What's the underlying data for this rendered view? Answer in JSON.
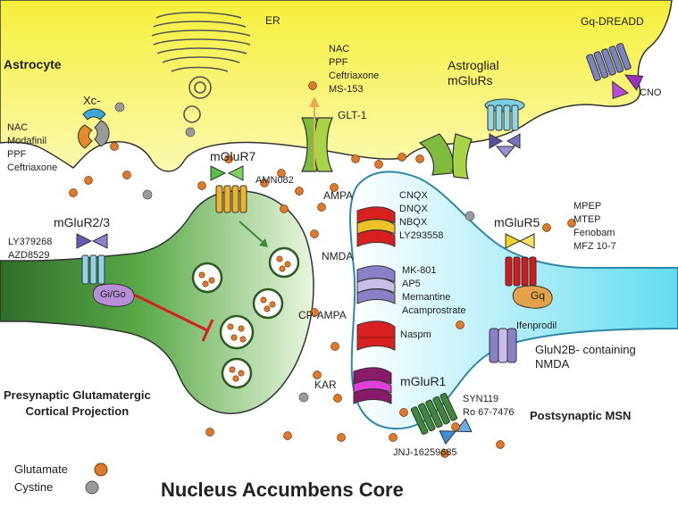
{
  "title": "Nucleus Accumbens Core",
  "colors": {
    "astrocyte": "#f7f25a",
    "presynaptic": "#4f9a3f",
    "postsynaptic": "#7fe3f2",
    "glutamate": "#e07a2a",
    "cystine": "#9a9a9a",
    "inhibition": "#d42020"
  },
  "labels": {
    "astrocyte": "Astrocyte",
    "er": "ER",
    "gq_dreadd": "Gq-DREADD",
    "cno": "CNO",
    "xc": "Xc-",
    "xc_drugs": [
      "NAC",
      "Modafinil",
      "PPF",
      "Ceftriaxone"
    ],
    "glt1": "GLT-1",
    "glt1_drugs": [
      "NAC",
      "PPF",
      "Ceftriaxone",
      "MS-153"
    ],
    "astroglial_mglurs": [
      "Astroglial",
      "mGluRs"
    ],
    "mglur7": "mGluR7",
    "mglur7_drug": "AMN082",
    "mglur23": "mGluR2/3",
    "mglur23_drugs": [
      "LY379268",
      "AZD8529"
    ],
    "gi_go": "Gi/Go",
    "presynaptic": [
      "Presynaptic Glutamatergic",
      "Cortical Projection"
    ],
    "ampa": "AMPA",
    "ampa_drugs": [
      "CNQX",
      "DNQX",
      "NBQX",
      "LY293558"
    ],
    "nmda": "NMDA",
    "nmda_drugs": [
      "MK-801",
      "AP5",
      "Memantine",
      "Acamprostrate"
    ],
    "cp_ampa": "CP-AMPA",
    "cp_ampa_drug": "Naspm",
    "kar": "KAR",
    "mglur1": "mGluR1",
    "mglur1_drugs": [
      "SYN119",
      "Ro 67-7476"
    ],
    "mglur1_drug_below": "JNJ-16259685",
    "mglur5": "mGluR5",
    "mglur5_drugs": [
      "MPEP",
      "MTEP",
      "Fenobam",
      "MFZ 10-7"
    ],
    "gq": "Gq",
    "ifenprodil": "Ifenprodil",
    "glun2b": [
      "GluN2B- containing",
      "NMDA"
    ],
    "postsynaptic": "Postsynaptic MSN"
  },
  "legend": {
    "glutamate": "Glutamate",
    "cystine": "Cystine"
  }
}
